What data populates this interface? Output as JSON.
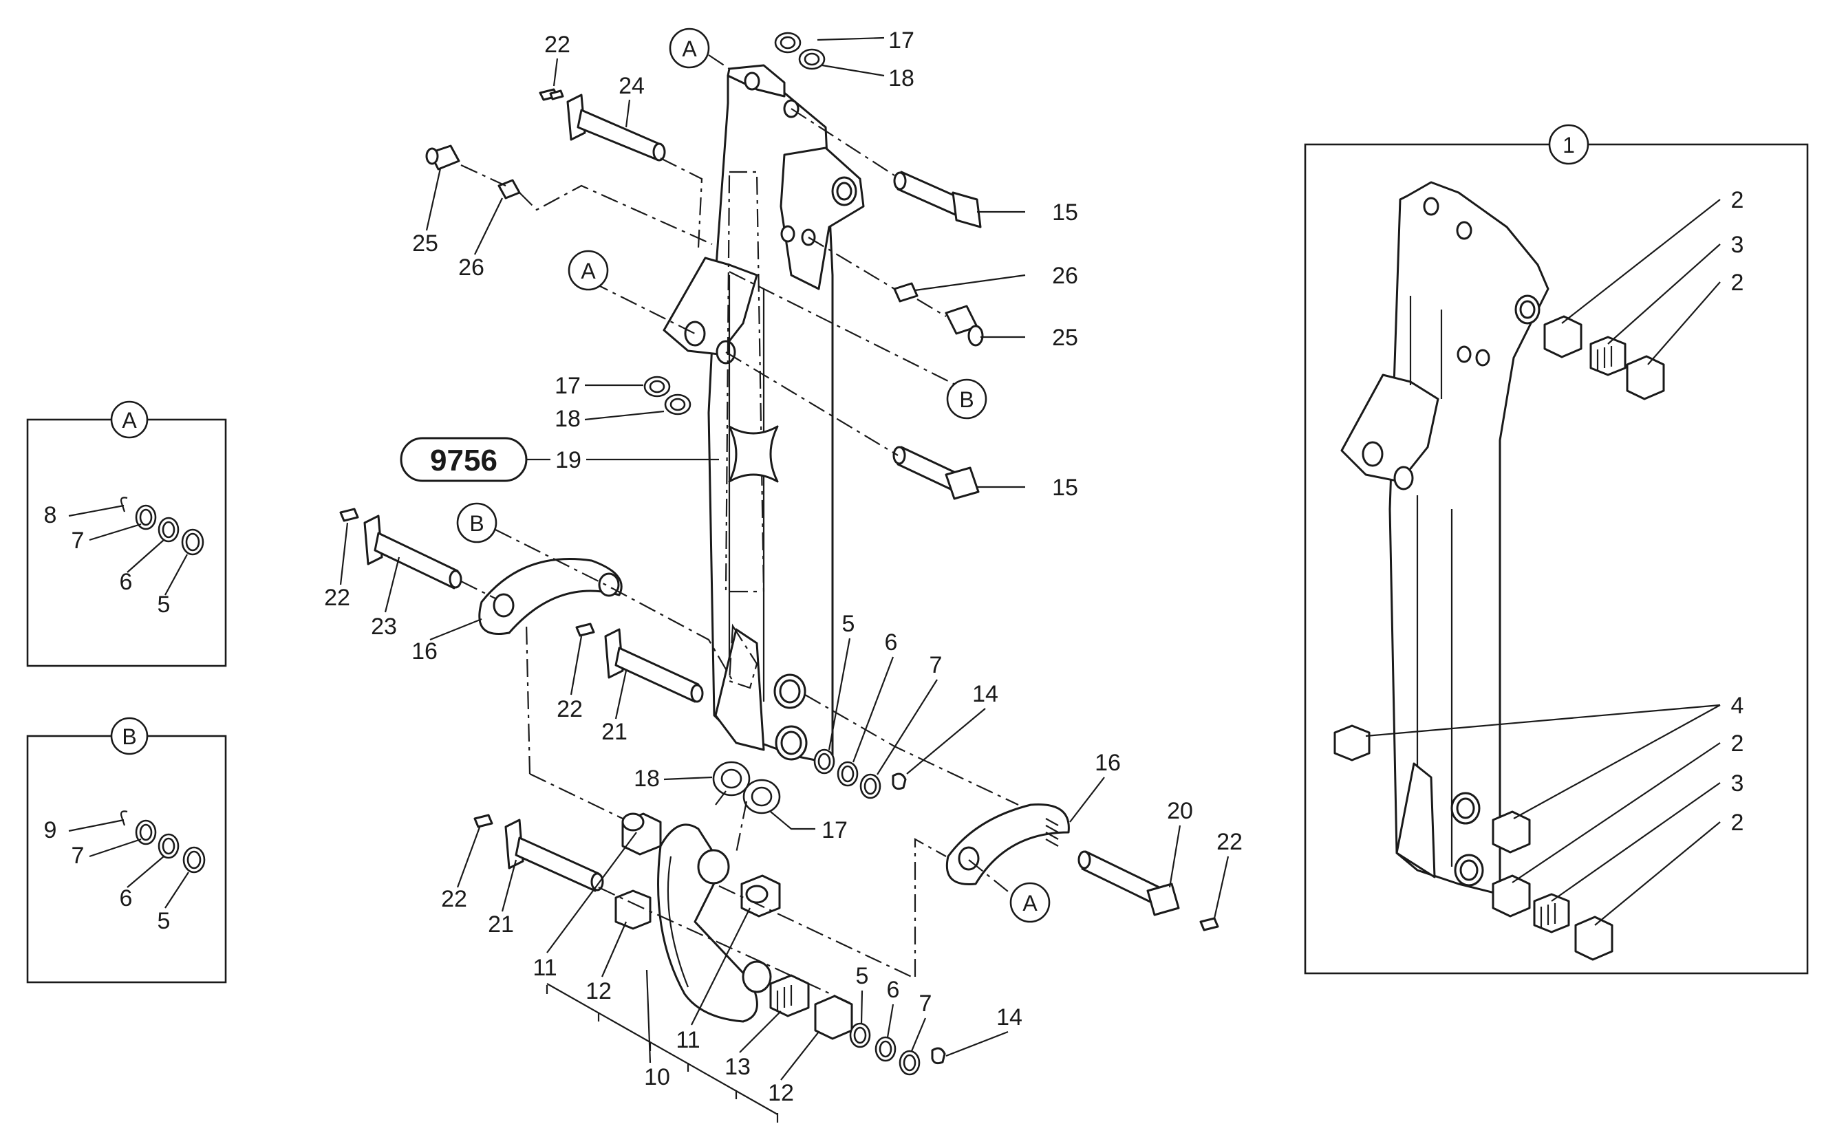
{
  "badge": "9756",
  "callouts": {
    "A": "A",
    "B": "B",
    "one": "1"
  },
  "labels": {
    "n2": "2",
    "n3": "3",
    "n4": "4",
    "n5": "5",
    "n6": "6",
    "n7": "7",
    "n8": "8",
    "n9": "9",
    "n10": "10",
    "n11": "11",
    "n12": "12",
    "n13": "13",
    "n14": "14",
    "n15": "15",
    "n16": "16",
    "n17": "17",
    "n18": "18",
    "n19": "19",
    "n20": "20",
    "n21": "21",
    "n22": "22",
    "n23": "23",
    "n24": "24",
    "n25": "25",
    "n26": "26"
  }
}
